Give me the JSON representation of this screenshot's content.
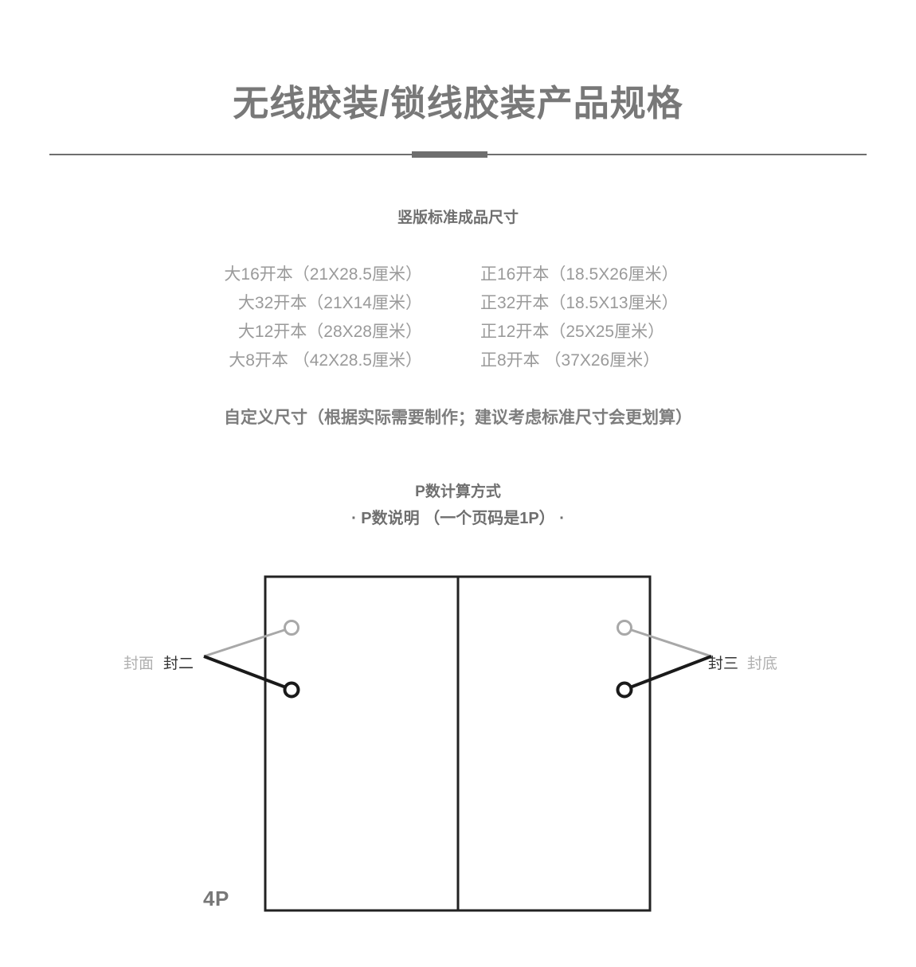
{
  "page": {
    "title": "无线胶装/锁线胶装产品规格",
    "accent_color": "#6e6e6e",
    "title_color": "#787878",
    "body_color": "#9a9a9a"
  },
  "sizes_section": {
    "subtitle": "竖版标准成品尺寸",
    "rows": [
      {
        "left": "大16开本（21X28.5厘米）",
        "right": "正16开本（18.5X26厘米）"
      },
      {
        "left": "大32开本（21X14厘米）",
        "right": "正32开本（18.5X13厘米）"
      },
      {
        "left": "大12开本（28X28厘米）",
        "right": "正12开本（25X25厘米）"
      },
      {
        "left": "大8开本 （42X28.5厘米）",
        "right": "正8开本 （37X26厘米）"
      }
    ],
    "custom_note": "自定义尺寸（根据实际需要制作；建议考虑标准尺寸会更划算）"
  },
  "pcount_section": {
    "subtitle": "P数计算方式",
    "note": "· P数说明 （一个页码是1P） ·",
    "badge": "4P",
    "labels": {
      "cover": "封面",
      "inside_front": "封二",
      "inside_back": "封三",
      "back_cover": "封底"
    },
    "colors": {
      "dim": "#b0b0b0",
      "dark": "#333333",
      "outline": "#222222"
    }
  }
}
